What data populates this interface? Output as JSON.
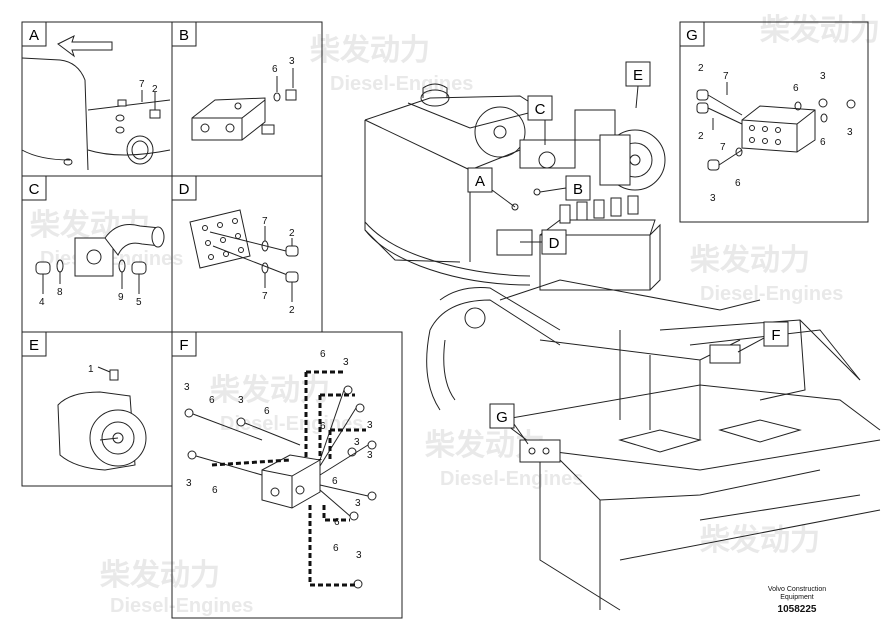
{
  "watermark": {
    "brand_cn": "柴发动力",
    "brand_en": "Diesel-Engines"
  },
  "panels": {
    "A": {
      "letter": "A",
      "callouts": [
        "7",
        "2"
      ]
    },
    "B": {
      "letter": "B",
      "callouts": [
        "6",
        "3"
      ]
    },
    "C": {
      "letter": "C",
      "callouts": [
        "4",
        "8",
        "9",
        "5"
      ]
    },
    "D": {
      "letter": "D",
      "callouts": [
        "7",
        "2",
        "7",
        "2"
      ]
    },
    "E": {
      "letter": "E",
      "callouts": [
        "1"
      ]
    },
    "F": {
      "letter": "F",
      "callouts": [
        "6",
        "3",
        "3",
        "6",
        "3",
        "6",
        "3",
        "6",
        "3",
        "3",
        "6",
        "6",
        "3",
        "6",
        "3",
        "6",
        "3"
      ]
    },
    "G": {
      "letter": "G",
      "callouts": [
        "2",
        "7",
        "3",
        "6",
        "3",
        "2",
        "7",
        "6",
        "3",
        "6"
      ]
    }
  },
  "main_labels": [
    "A",
    "B",
    "C",
    "D",
    "E",
    "F",
    "G"
  ],
  "footer": {
    "company_line1": "Volvo Construction",
    "company_line2": "Equipment",
    "drawing_number": "1058225"
  }
}
